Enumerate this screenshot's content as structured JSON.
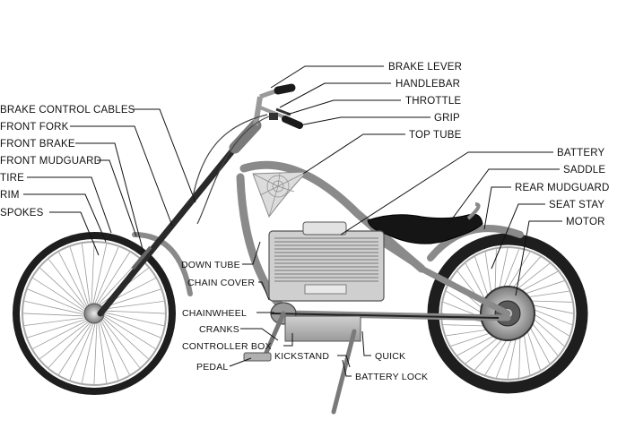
{
  "labels": {
    "brake_lever": "BRAKE LEVER",
    "handlebar": "HANDLEBAR",
    "throttle": "THROTTLE",
    "grip": "GRIP",
    "top_tube": "TOP TUBE",
    "battery": "BATTERY",
    "saddle": "SADDLE",
    "rear_mudguard": "REAR MUDGUARD",
    "seat_stay": "SEAT STAY",
    "motor": "MOTOR",
    "brake_control_cables": "BRAKE CONTROL CABLES",
    "front_fork": "FRONT FORK",
    "front_brake": "FRONT BRAKE",
    "front_mudguard": "FRONT MUDGUARD",
    "tire": "TIRE",
    "rim": "RIM",
    "spokes": "SPOKES",
    "down_tube": "DOWN TUBE",
    "chain_cover": "CHAIN COVER",
    "chainwheel": "CHAINWHEEL",
    "cranks": "CRANKS",
    "controller_box": "CONTROLLER BOX",
    "pedal": "PEDAL",
    "kickstand": "KICKSTAND",
    "quick": "QUICK",
    "battery_lock": "BATTERY LOCK"
  },
  "colors": {
    "frame": "#8a8a8a",
    "tire": "#1e1e1e",
    "saddle": "#151515",
    "chrome": "#d2d2d2",
    "box": "#b8b8b8"
  }
}
